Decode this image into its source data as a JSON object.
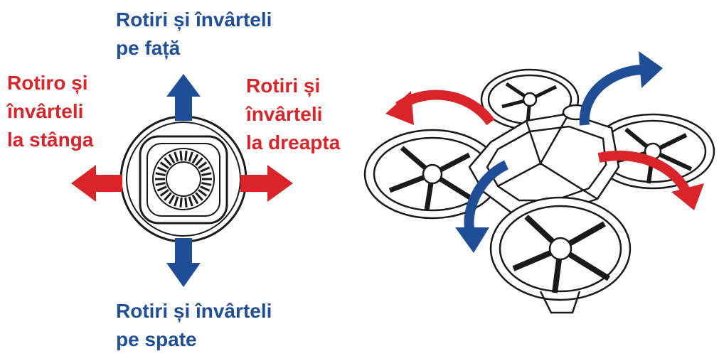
{
  "labels": {
    "front": [
      "Rotiri și învârteli",
      "pe față"
    ],
    "left": [
      "Rotiro și",
      "învârteli",
      "la stânga"
    ],
    "right": [
      "Rotiri și",
      "învârteli",
      "la dreapta"
    ],
    "back": [
      "Rotiri și învârteli",
      "pe spate"
    ]
  },
  "colors": {
    "blue": "#1f4e96",
    "red": "#d9252a",
    "line": "#1a1a1a"
  }
}
